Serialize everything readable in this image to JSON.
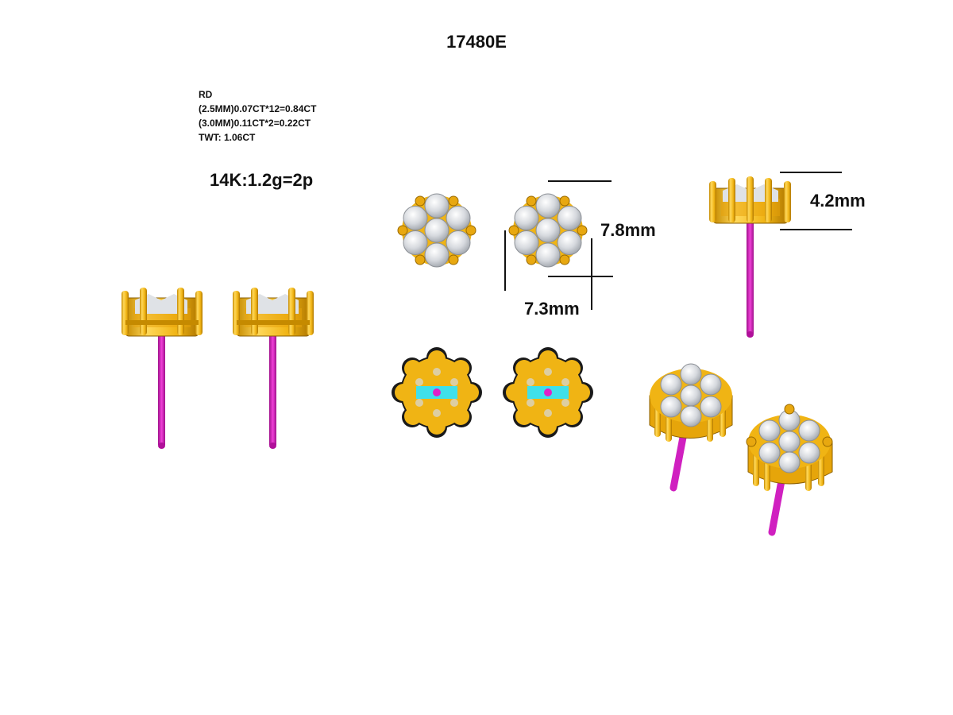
{
  "title": "17480E",
  "specs": {
    "shape": "RD",
    "stone_line_1": "(2.5MM)0.07CT*12=0.84CT",
    "stone_line_2": "(3.0MM)0.11CT*2=0.22CT",
    "total_weight": "TWT:  1.06CT"
  },
  "metal_weight": "14K:1.2g=2p",
  "dimensions": {
    "height": "7.8mm",
    "width": "7.3mm",
    "depth": "4.2mm"
  },
  "colors": {
    "gold": "#f0b414",
    "gold_dark": "#c58a00",
    "gold_light": "#ffd85a",
    "post": "#e020c8",
    "diamond": "#d8dbe0",
    "back_bar": "#3fe0ea",
    "outline": "#111111"
  }
}
